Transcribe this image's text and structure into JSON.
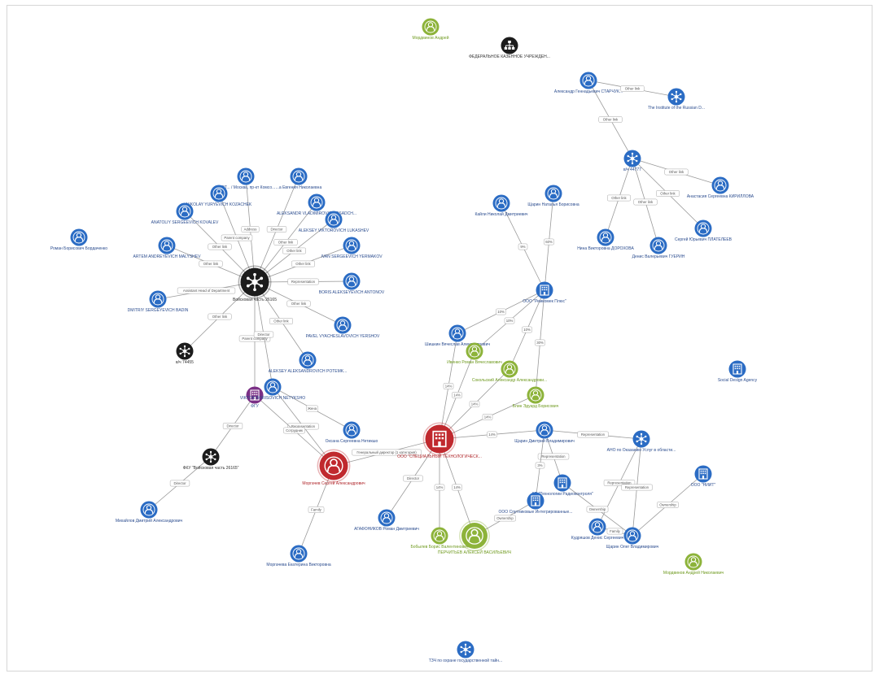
{
  "colors": {
    "person_blue": "#2b6cc4",
    "green": "#8db33a",
    "black": "#1c1c1c",
    "red": "#c0292e",
    "purple": "#7a2f86",
    "edge": "#9a9a9a",
    "label_blue": "#2c4d8f"
  },
  "nodes": [
    {
      "id": "n1",
      "label": "Мордвинов Андрей",
      "kind": "person",
      "color": "green",
      "size": "s"
    },
    {
      "id": "n2",
      "label": "ФЕДЕРАЛЬНОЕ КАЗЕННОЕ УЧРЕЖДЕН...",
      "kind": "org",
      "color": "black",
      "size": "s"
    },
    {
      "id": "n3",
      "label": "Александр Геннадьевич СТАРЧУК...",
      "kind": "person",
      "color": "blue",
      "size": "s"
    },
    {
      "id": "n4",
      "label": "The Institute of the Russian D...",
      "kind": "network",
      "color": "blue",
      "size": "s"
    },
    {
      "id": "n5",
      "label": "в/ч 44777",
      "kind": "network",
      "color": "blue",
      "size": "s"
    },
    {
      "id": "n6",
      "label": "Анастасия Сергеевна КИРИЛЛОВА",
      "kind": "person",
      "color": "blue",
      "size": "s"
    },
    {
      "id": "n7",
      "label": "Сергей Юрьевич ПЛАТЕЛЕЕВ",
      "kind": "person",
      "color": "blue",
      "size": "s"
    },
    {
      "id": "n8",
      "label": "Денис Валерьевич ГУЕРИН",
      "kind": "person",
      "color": "blue",
      "size": "s"
    },
    {
      "id": "n9",
      "label": "Нина Викторовна ДОРОХОВА",
      "kind": "person",
      "color": "blue",
      "size": "s"
    },
    {
      "id": "n10",
      "label": "Кайли Николай Дмитриевич",
      "kind": "person",
      "color": "blue",
      "size": "s"
    },
    {
      "id": "n11",
      "label": "Щарин Наталья Борисовна",
      "kind": "person",
      "color": "blue",
      "size": "s"
    },
    {
      "id": "n12",
      "label": "ООО \"Ремкомек Плюс\"",
      "kind": "building",
      "color": "blue",
      "size": "s"
    },
    {
      "id": "n13",
      "label": "Social Design Agency",
      "kind": "building",
      "color": "blue",
      "size": "s"
    },
    {
      "id": "n14",
      "label": "Роман Борисович Бордаченко",
      "kind": "person",
      "color": "blue",
      "size": "s"
    },
    {
      "id": "n15",
      "label": "Войсковая часть 26165",
      "kind": "network",
      "color": "black",
      "size": "l"
    },
    {
      "id": "n16",
      "label": "ТИЭТ... / Москва, пр-кт Комсо...",
      "kind": "person",
      "color": "blue",
      "size": "s"
    },
    {
      "id": "n17",
      "label": "...а Евгения Николаевна",
      "kind": "person",
      "color": "blue",
      "size": "s"
    },
    {
      "id": "n18",
      "label": "NIKOLAY YURYEVICH KOZACHEK",
      "kind": "person",
      "color": "blue",
      "size": "s"
    },
    {
      "id": "n19",
      "label": "ALEKSANDR VLADIMIROVICH OSADCH...",
      "kind": "person",
      "color": "blue",
      "size": "s"
    },
    {
      "id": "n20",
      "label": "ANATOLIY SERGEEVICH KOVALEV",
      "kind": "person",
      "color": "blue",
      "size": "s"
    },
    {
      "id": "n21",
      "label": "ALEKSEY VIKTOROVICH LUKASHEV",
      "kind": "person",
      "color": "blue",
      "size": "s"
    },
    {
      "id": "n22",
      "label": "IVAN SERGEEVICH YERMAKOV",
      "kind": "person",
      "color": "blue",
      "size": "s"
    },
    {
      "id": "n23",
      "label": "ARTEM ANDREYEVICH MALYSHEV",
      "kind": "person",
      "color": "blue",
      "size": "s"
    },
    {
      "id": "n24",
      "label": "BORIS ALEKSEYEVICH ANTONOV",
      "kind": "person",
      "color": "blue",
      "size": "s"
    },
    {
      "id": "n25",
      "label": "DMITRIY SERGEYEVICH BADIN",
      "kind": "person",
      "color": "blue",
      "size": "s"
    },
    {
      "id": "n26",
      "label": "PAVEL VYACHESLAVOVICH YERSHOV",
      "kind": "person",
      "color": "blue",
      "size": "s"
    },
    {
      "id": "n27",
      "label": "в/ч 74455",
      "kind": "network",
      "color": "black",
      "size": "s"
    },
    {
      "id": "n28",
      "label": "ALEKSEY ALEKSANDROVICH POTEMK...",
      "kind": "person",
      "color": "blue",
      "size": "s"
    },
    {
      "id": "n29",
      "label": "ФГУ",
      "kind": "building",
      "color": "purple",
      "size": "s"
    },
    {
      "id": "n30",
      "label": "VIKTOR BORISOVICH NETYKSHO",
      "kind": "person",
      "color": "blue",
      "size": "s"
    },
    {
      "id": "n31",
      "label": "Оксана Сергеевна Нетикшо",
      "kind": "person",
      "color": "blue",
      "size": "s"
    },
    {
      "id": "n32",
      "label": "ФКУ \"Войсковая часть 26165\"",
      "kind": "network",
      "color": "black",
      "size": "s"
    },
    {
      "id": "n33",
      "label": "Моргачев Сергей Александрович",
      "kind": "person",
      "color": "red",
      "size": "l"
    },
    {
      "id": "n34",
      "label": "Михайлов Дмитрий Александрович",
      "kind": "person",
      "color": "blue",
      "size": "s"
    },
    {
      "id": "n35",
      "label": "Моргачева Екатерина Викторовна",
      "kind": "person",
      "color": "blue",
      "size": "s"
    },
    {
      "id": "n36",
      "label": "ООО \"СПЕЦИАЛЬНЫЙ ТЕХНОЛОГИЧЕСК...",
      "kind": "building",
      "color": "red",
      "size": "l"
    },
    {
      "id": "n37",
      "label": "Шишкин Вячеслав Александрович",
      "kind": "person",
      "color": "blue",
      "size": "s"
    },
    {
      "id": "n38",
      "label": "Ивенко Роман Вячеславович",
      "kind": "person",
      "color": "green",
      "size": "s"
    },
    {
      "id": "n39",
      "label": "Сокольский Александр Александрови...",
      "kind": "person",
      "color": "green",
      "size": "s"
    },
    {
      "id": "n40",
      "label": "Блин Эдуард Борисович",
      "kind": "person",
      "color": "green",
      "size": "s"
    },
    {
      "id": "n41",
      "label": "Щарин Дмитрий Владимирович",
      "kind": "person",
      "color": "blue",
      "size": "s"
    },
    {
      "id": "n42",
      "label": "АНО по Оказанию Услуг в области...",
      "kind": "network",
      "color": "blue",
      "size": "s"
    },
    {
      "id": "n43",
      "label": "ООО \"НИИТ\"",
      "kind": "building",
      "color": "blue",
      "size": "s"
    },
    {
      "id": "n44",
      "label": "АО \"Технологии Радиоконтроля\"",
      "kind": "building",
      "color": "blue",
      "size": "s"
    },
    {
      "id": "n45",
      "label": "ООО Спутниковые Интегрированные...",
      "kind": "building",
      "color": "blue",
      "size": "s"
    },
    {
      "id": "n46",
      "label": "Кудряшов Денис Сергеевич",
      "kind": "person",
      "color": "blue",
      "size": "s"
    },
    {
      "id": "n47",
      "label": "Щарин Олег Владимирович",
      "kind": "person",
      "color": "blue",
      "size": "s"
    },
    {
      "id": "n48",
      "label": "АГАФОНИКОВ Роман Дмитриевич",
      "kind": "person",
      "color": "blue",
      "size": "s"
    },
    {
      "id": "n49",
      "label": "Бобылев Борис Валентинович",
      "kind": "person",
      "color": "green",
      "size": "s"
    },
    {
      "id": "n50",
      "label": "ПЕРЧИТЬЕВ АЛЕКСЕЙ ВАСИЛЬЕВИЧ",
      "kind": "person",
      "color": "green",
      "size": "m"
    },
    {
      "id": "n51",
      "label": "Мордвинов Андрей Николаевич",
      "kind": "person",
      "color": "green",
      "size": "s"
    },
    {
      "id": "n52",
      "label": "ТЗЧ по охране государственной тайн...",
      "kind": "network",
      "color": "blue",
      "size": "s"
    }
  ],
  "edges": [
    {
      "from": "n3",
      "to": "n4",
      "label": "Other link"
    },
    {
      "from": "n3",
      "to": "n5",
      "label": "Other link"
    },
    {
      "from": "n5",
      "to": "n6",
      "label": "Other link"
    },
    {
      "from": "n5",
      "to": "n7",
      "label": "Other link"
    },
    {
      "from": "n5",
      "to": "n8",
      "label": "Other link"
    },
    {
      "from": "n5",
      "to": "n9",
      "label": "Other link"
    },
    {
      "from": "n10",
      "to": "n12",
      "label": "9%"
    },
    {
      "from": "n11",
      "to": "n12",
      "label": "60%"
    },
    {
      "from": "n15",
      "to": "n16",
      "label": "Address"
    },
    {
      "from": "n15",
      "to": "n17",
      "label": "Director"
    },
    {
      "from": "n15",
      "to": "n18",
      "label": "Parent company"
    },
    {
      "from": "n15",
      "to": "n19",
      "label": "Other link"
    },
    {
      "from": "n15",
      "to": "n20",
      "label": "Other link"
    },
    {
      "from": "n15",
      "to": "n21",
      "label": "Other link"
    },
    {
      "from": "n15",
      "to": "n22",
      "label": "Other link"
    },
    {
      "from": "n15",
      "to": "n23",
      "label": "Other link"
    },
    {
      "from": "n15",
      "to": "n24",
      "label": "Representation"
    },
    {
      "from": "n15",
      "to": "n25",
      "label": "Assistant Head of Department"
    },
    {
      "from": "n15",
      "to": "n26",
      "label": "Other link"
    },
    {
      "from": "n15",
      "to": "n27",
      "label": "Other link"
    },
    {
      "from": "n15",
      "to": "n28",
      "label": "Other link"
    },
    {
      "from": "n15",
      "to": "n29",
      "label": "Parent company"
    },
    {
      "from": "n15",
      "to": "n30",
      "label": "Director"
    },
    {
      "from": "n30",
      "to": "n31",
      "label": "Жена"
    },
    {
      "from": "n30",
      "to": "n33",
      "label": "Representation"
    },
    {
      "from": "n29",
      "to": "n33",
      "label": "Сотрудник"
    },
    {
      "from": "n29",
      "to": "n32",
      "label": "Director"
    },
    {
      "from": "n32",
      "to": "n34",
      "label": "Director"
    },
    {
      "from": "n33",
      "to": "n35",
      "label": "Family"
    },
    {
      "from": "n33",
      "to": "n36",
      "label": "Генеральный директор (1 категория)"
    },
    {
      "from": "n12",
      "to": "n37",
      "label": "10%"
    },
    {
      "from": "n12",
      "to": "n39",
      "label": "10%"
    },
    {
      "from": "n12",
      "to": "n38",
      "label": "10%"
    },
    {
      "from": "n12",
      "to": "n40",
      "label": "30%"
    },
    {
      "from": "n36",
      "to": "n38",
      "label": "14%"
    },
    {
      "from": "n36",
      "to": "n39",
      "label": "14%"
    },
    {
      "from": "n36",
      "to": "n40",
      "label": "14%"
    },
    {
      "from": "n36",
      "to": "n37",
      "label": "14%"
    },
    {
      "from": "n36",
      "to": "n41",
      "label": "14%"
    },
    {
      "from": "n36",
      "to": "n48",
      "label": "Director"
    },
    {
      "from": "n36",
      "to": "n49",
      "label": "14%"
    },
    {
      "from": "n36",
      "to": "n50",
      "label": "14%"
    },
    {
      "from": "n41",
      "to": "n42",
      "label": "Representation"
    },
    {
      "from": "n41",
      "to": "n44",
      "label": "Representation"
    },
    {
      "from": "n41",
      "to": "n45",
      "label": "3%"
    },
    {
      "from": "n42",
      "to": "n46",
      "label": "Representation"
    },
    {
      "from": "n42",
      "to": "n47",
      "label": "Representation"
    },
    {
      "from": "n43",
      "to": "n47",
      "label": "Ownership"
    },
    {
      "from": "n44",
      "to": "n47",
      "label": "Ownership"
    },
    {
      "from": "n45",
      "to": "n50",
      "label": "Ownership"
    },
    {
      "from": "n46",
      "to": "n47",
      "label": "Family"
    }
  ]
}
